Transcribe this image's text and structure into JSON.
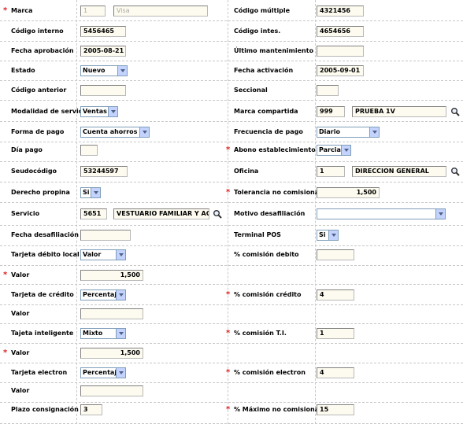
{
  "fields": {
    "marca": {
      "label": "Marca",
      "code": "1",
      "name": "Visa"
    },
    "codigo_multiple": {
      "label": "Código múltiple",
      "value": "4321456"
    },
    "codigo_interno": {
      "label": "Código interno",
      "value": "5456465"
    },
    "codigo_intes": {
      "label": "Código intes.",
      "value": "4654656"
    },
    "fecha_aprobacion": {
      "label": "Fecha aprobación",
      "value": "2005-08-21"
    },
    "ultimo_mantenimiento": {
      "label": "Último mantenimiento",
      "value": ""
    },
    "estado": {
      "label": "Estado",
      "value": "Nuevo"
    },
    "fecha_activacion": {
      "label": "Fecha activación",
      "value": "2005-09-01"
    },
    "codigo_anterior": {
      "label": "Código anterior",
      "value": ""
    },
    "seccional": {
      "label": "Seccional",
      "value": ""
    },
    "modalidad_servicio": {
      "label": "Modalidad de servicio",
      "value": "Ventas"
    },
    "marca_compartida": {
      "label": "Marca compartida",
      "code": "999",
      "name": "PRUEBA 1V"
    },
    "forma_pago": {
      "label": "Forma de pago",
      "value": "Cuenta ahorros"
    },
    "frecuencia_pago": {
      "label": "Frecuencia de pago",
      "value": "Diario"
    },
    "dia_pago": {
      "label": "Día pago",
      "value": ""
    },
    "abono_establecimiento": {
      "label": "Abono establecimiento",
      "value": "Parcial"
    },
    "seudocodigo": {
      "label": "Seudocódigo",
      "value": "53244597"
    },
    "oficina": {
      "label": "Oficina",
      "code": "1",
      "name": "DIRECCION GENERAL"
    },
    "derecho_propina": {
      "label": "Derecho propina",
      "value": "Si"
    },
    "tolerancia": {
      "label": "Tolerancia no comisionable",
      "value": "1,500"
    },
    "servicio": {
      "label": "Servicio",
      "code": "5651",
      "name": "VESTUARIO FAMILIAR Y ACCESORIOS"
    },
    "motivo_desafiliacion": {
      "label": "Motivo desafiliación",
      "value": ""
    },
    "fecha_desafiliacion": {
      "label": "Fecha desafiliación",
      "value": ""
    },
    "terminal_pos": {
      "label": "Terminal POS",
      "value": "Si"
    },
    "tarjeta_debito_local": {
      "label": "Tarjeta débito local",
      "value": "Valor"
    },
    "comision_debito": {
      "label": "% comisión debito",
      "value": ""
    },
    "valor_debito": {
      "label": "Valor",
      "value": "1,500"
    },
    "tarjeta_credito": {
      "label": "Tarjeta de crédito",
      "value": "Percentaje"
    },
    "comision_credito": {
      "label": "% comisión crédito",
      "value": "4"
    },
    "valor_credito": {
      "label": "Valor",
      "value": ""
    },
    "tarjeta_inteligente": {
      "label": "Tajeta inteligente",
      "value": "Mixto"
    },
    "comision_ti": {
      "label": "% comisión T.I.",
      "value": "1"
    },
    "valor_inteligente": {
      "label": "Valor",
      "value": "1,500"
    },
    "tarjeta_electron": {
      "label": "Tarjeta electron",
      "value": "Percentaje"
    },
    "comision_electron": {
      "label": "% comisión electron",
      "value": "4"
    },
    "valor_electron": {
      "label": "Valor",
      "value": ""
    },
    "plazo_consignacion": {
      "label": "Plazo consignación",
      "value": "3"
    },
    "maximo_no_comisionable": {
      "label": "% Máximo no comisionable",
      "value": "15"
    }
  },
  "required_mark": "*",
  "colors": {
    "required": "#e02020",
    "input_bg": "#fdfbef",
    "select_border": "#7f9db9",
    "select_button": "#c3d3fd"
  }
}
